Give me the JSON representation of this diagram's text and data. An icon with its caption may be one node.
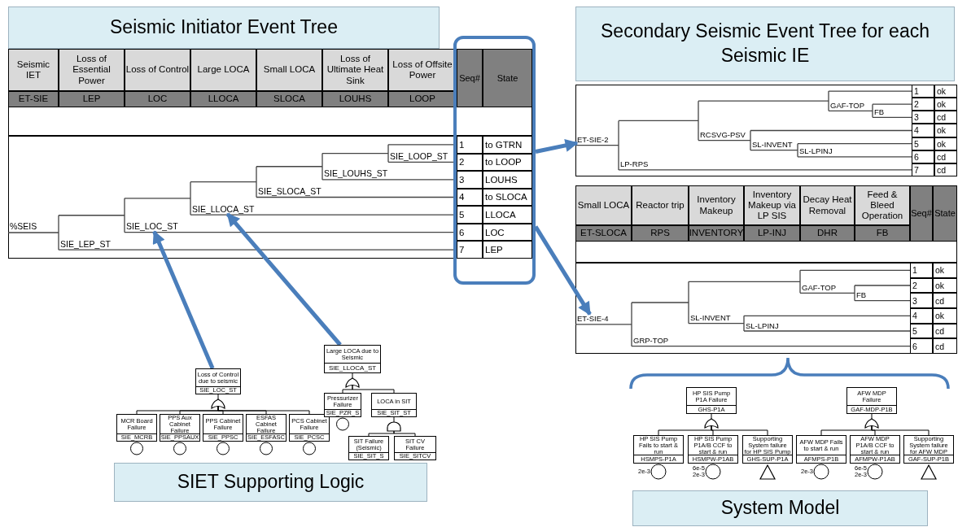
{
  "diagram": {
    "nodes": [
      {
        "text": [
          "Seismic Initiator Event Tree"
        ]
      },
      {
        "text": [
          "SIE_LOC_ST"
        ]
      },
      {
        "text": [
          "SIE_LLOCA_ST"
        ]
      },
      {
        "text": [],
        "shape": "box"
      },
      {
        "text": [
          "Secondary Seismic Event Tree for each Seismic IE"
        ]
      },
      {
        "text": [
          "ET-SIE-2"
        ]
      },
      {
        "text": [
          "ET-SIE-4"
        ]
      },
      {
        "text": [
          "Loss of Control due to seismic",
          "SIE_LOC_ST"
        ]
      },
      {
        "text": [
          "MCR Board Failure",
          "SIE_MCRB"
        ]
      },
      {
        "text": [
          "PPS Aux Cabinet Failure",
          "SIE_PPSAUX"
        ]
      },
      {
        "text": [
          "PPS Cabinet Failure",
          "SIE_PPSC"
        ]
      },
      {
        "text": [
          "ESFAS Cabinet Failure",
          "SIE_ESFASC"
        ]
      },
      {
        "text": [
          "PCS Cabinet Failure",
          "SIE_PCSC"
        ]
      },
      {
        "text": [
          "Large LOCA due to Seismic",
          "SIE_LLOCA_ST"
        ]
      },
      {
        "text": [
          "Pressurizer Failure",
          "SIE_PZR_S"
        ]
      },
      {
        "text": [
          "LOCA in SIT",
          "SIE_SIT_ST"
        ]
      },
      {
        "text": [
          "SIT Failure (Seismic)",
          "SIE_SIT_S"
        ]
      },
      {
        "text": [
          "SIT CV Failure",
          "SIE_SITCV"
        ]
      },
      {
        "text": [
          "SIET Supporting Logic"
        ]
      },
      {
        "text": [
          "HP SIS Pump P1A Failure",
          "GHS-P1A"
        ]
      },
      {
        "text": [
          "HP SIS Pump Fails to start & run",
          "HSMPS-P1A"
        ],
        "beside": [
          "2e-3"
        ]
      },
      {
        "text": [
          "HP SIS Pump P1A/B CCF to start & run",
          "HSMPW-P1AB"
        ],
        "beside": [
          "6e-5",
          "2e-3"
        ]
      },
      {
        "text": [
          "Supporting System failure for HP SIS Pump",
          "GHS-SUP-P1A"
        ]
      },
      {
        "text": [
          "AFW MDP Failure",
          "GAF-MDP-P1B"
        ]
      },
      {
        "text": [
          "AFW MDP Fails to start & run",
          "AFMPS-P1B"
        ],
        "beside": [
          "2e-3"
        ]
      },
      {
        "text": [
          "AFW MDP P1A/B CCF to start & run",
          "AFMPW-P1AB"
        ],
        "beside": [
          "6e-5",
          "2e-3"
        ]
      },
      {
        "text": [
          "Supporting System failure for AFW MDP",
          "GAF-SUP-P1B"
        ]
      },
      {
        "text": [
          "System Model"
        ]
      },
      {
        "text": [],
        "shape": "gate"
      },
      {
        "text": [],
        "shape": "gate"
      },
      {
        "text": [],
        "shape": "gate"
      },
      {
        "text": [],
        "shape": "gate"
      },
      {
        "text": [],
        "shape": "gate"
      },
      {
        "text": [],
        "shape": "triangle"
      },
      {
        "text": [],
        "shape": "triangle"
      }
    ],
    "edges": [
      {
        "from": 7,
        "to": 1,
        "arrow": "to",
        "style": "thick",
        "color": "#4a7ebb"
      },
      {
        "from": 13,
        "to": 2,
        "arrow": "to",
        "style": "thick",
        "color": "#4a7ebb"
      },
      {
        "from": 3,
        "to": 5,
        "arrow": "to",
        "style": "thick",
        "color": "#4a7ebb"
      },
      {
        "from": 3,
        "to": 6,
        "arrow": "to",
        "style": "thick",
        "color": "#4a7ebb"
      },
      {
        "from": 7,
        "to": 28,
        "arrow": "none"
      },
      {
        "from": 28,
        "to": 8,
        "arrow": "none"
      },
      {
        "from": 28,
        "to": 9,
        "arrow": "none"
      },
      {
        "from": 28,
        "to": 10,
        "arrow": "none"
      },
      {
        "from": 28,
        "to": 11,
        "arrow": "none"
      },
      {
        "from": 28,
        "to": 12,
        "arrow": "none"
      },
      {
        "from": 13,
        "to": 29,
        "arrow": "none"
      },
      {
        "from": 29,
        "to": 14,
        "arrow": "none"
      },
      {
        "from": 29,
        "to": 15,
        "arrow": "none"
      },
      {
        "from": 15,
        "to": 30,
        "arrow": "none"
      },
      {
        "from": 30,
        "to": 16,
        "arrow": "none"
      },
      {
        "from": 30,
        "to": 17,
        "arrow": "none"
      },
      {
        "from": 19,
        "to": 31,
        "arrow": "none"
      },
      {
        "from": 31,
        "to": 20,
        "arrow": "none"
      },
      {
        "from": 31,
        "to": 21,
        "arrow": "none"
      },
      {
        "from": 31,
        "to": 22,
        "arrow": "none"
      },
      {
        "from": 23,
        "to": 32,
        "arrow": "none"
      },
      {
        "from": 32,
        "to": 24,
        "arrow": "none"
      },
      {
        "from": 32,
        "to": 25,
        "arrow": "none"
      },
      {
        "from": 32,
        "to": 26,
        "arrow": "none"
      }
    ],
    "labels": [
      "Seismic IET",
      "Loss of Essential Power",
      "Loss of Control",
      "Large LOCA",
      "Small LOCA",
      "Loss of Ultimate Heat Sink",
      "Loss of Offsite Power",
      "Seq#",
      "State",
      "ET-SIE",
      "LEP",
      "LOC",
      "LLOCA",
      "SLOCA",
      "LOUHS",
      "LOOP",
      "SIE_LOOP_ST",
      "SIE_LOUHS_ST",
      "SIE_SLOCA_ST",
      "%SEIS",
      "SIE_LEP_ST",
      "1",
      "to GTRN",
      "2",
      "to LOOP",
      "3",
      "LOUHS",
      "4",
      "to SLOCA",
      "5",
      "LLOCA",
      "6",
      "LOC",
      "7",
      "LEP",
      "GAF-TOP",
      "FB",
      "RCSVG-PSV",
      "SL-INVENT",
      "SL-LPINJ",
      "LP-RPS",
      "1",
      "ok",
      "2",
      "ok",
      "3",
      "cd",
      "4",
      "ok",
      "5",
      "ok",
      "6",
      "cd",
      "7",
      "cd",
      "Small LOCA",
      "Reactor trip",
      "Inventory Makeup",
      "Inventory Makeup via LP SIS",
      "Decay Heat Removal",
      "Feed & Bleed Operation",
      "Seq#",
      "State",
      "ET-SLOCA",
      "RPS",
      "INVENTORY",
      "LP-INJ",
      "DHR",
      "FB",
      "GAF-TOP",
      "FB",
      "SL-INVENT",
      "SL-LPINJ",
      "GRP-TOP",
      "1",
      "ok",
      "2",
      "ok",
      "3",
      "cd",
      "4",
      "ok",
      "5",
      "cd",
      "6",
      "cd"
    ]
  }
}
